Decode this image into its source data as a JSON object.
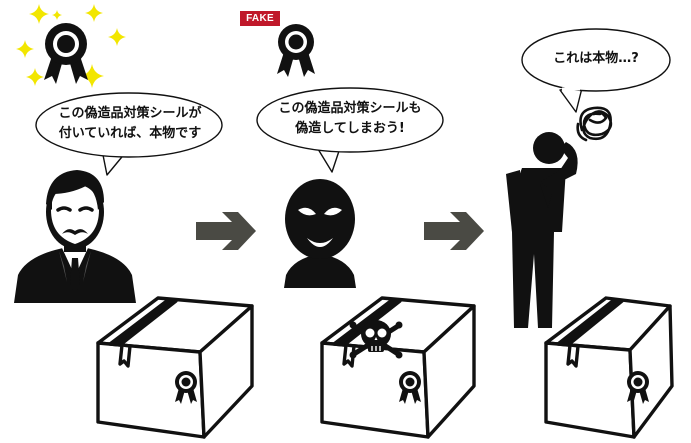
{
  "bubbles": {
    "genuine": {
      "line1": "この偽造品対策シールが",
      "line2": "付いていれば、本物です"
    },
    "counterfeiter": {
      "line1": "この偽造品対策シールも",
      "line2": "偽造してしまおう!"
    },
    "consumer": {
      "text": "これは本物…?"
    }
  },
  "fake_badge": {
    "label": "FAKE"
  },
  "colors": {
    "ink": "#111111",
    "box_fill": "#ffffff",
    "arrow": "#4a4a44",
    "star": "#f2e600",
    "badge_red": "#c0182a",
    "text": "#111111"
  },
  "icons": {
    "seal": "rosette-seal-icon",
    "mask": "balaclava-mask-icon",
    "skull": "skull-crossbones-icon",
    "thinking": "scribble-confusion-icon"
  }
}
